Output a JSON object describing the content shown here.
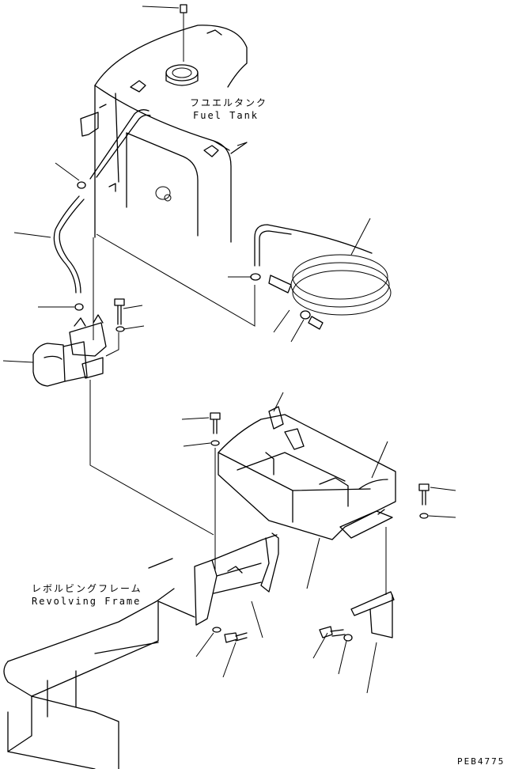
{
  "labels": {
    "fuel_tank_jp": "フユエルタンク",
    "fuel_tank_en": "Fuel Tank",
    "revolving_frame_jp": "レボルビングフレーム",
    "revolving_frame_en": "Revolving Frame"
  },
  "drawing_code": "PEB4775"
}
